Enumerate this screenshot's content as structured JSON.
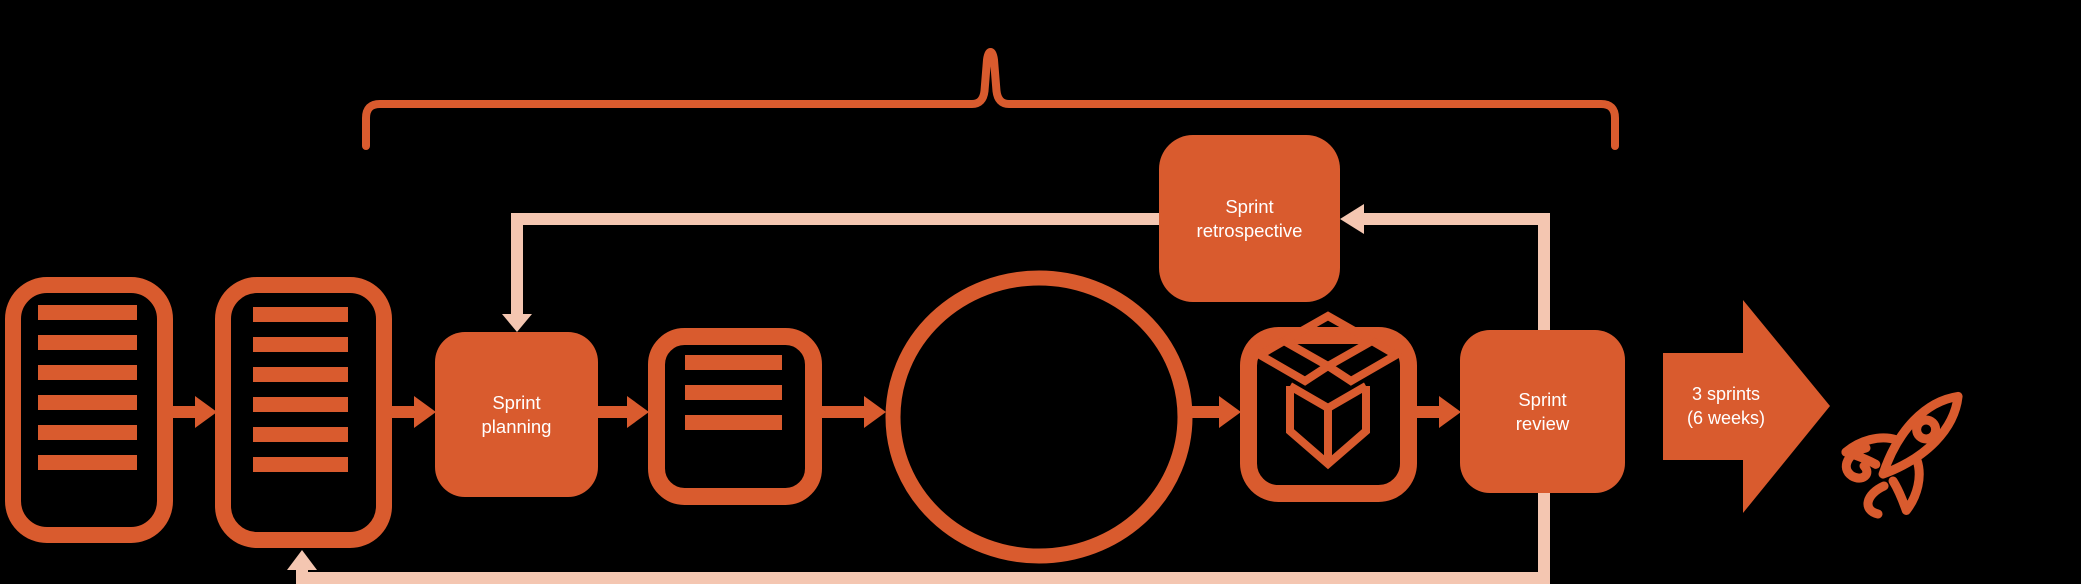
{
  "colors": {
    "background": "#000000",
    "accent_orange": "#D95B2E",
    "accent_light_pink": "#F4C6B1",
    "label_text": "#FFFFFF"
  },
  "nodes": {
    "sprint_planning": {
      "label": "Sprint\nplanning"
    },
    "sprint_review": {
      "label": "Sprint\nreview"
    },
    "sprint_retrospective": {
      "label": "Sprint\nretrospective"
    }
  },
  "release_arrow": {
    "label": "3 sprints\n(6 weeks)"
  },
  "icons": {
    "product_backlog": "list-icon",
    "sprint_backlog": "list-icon",
    "task_list": "document-list-icon",
    "sprint_cycle": "circle-loop",
    "increment": "open-box-icon",
    "launch": "rocket-icon",
    "grouping": "top-brace"
  }
}
